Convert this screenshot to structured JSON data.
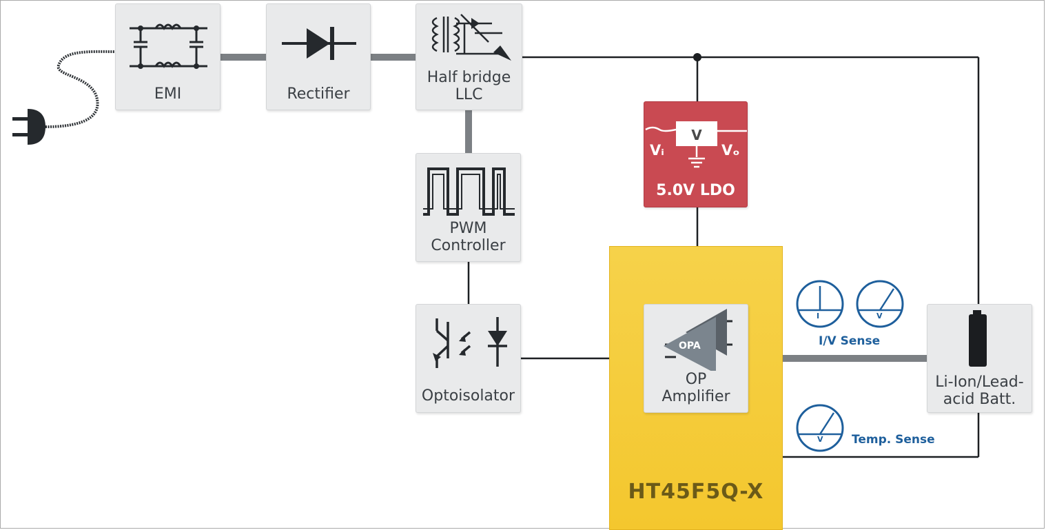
{
  "blocks": {
    "emi": "EMI",
    "rectifier": "Rectifier",
    "llc": "Half bridge\nLLC",
    "pwm": "PWM\nController",
    "opto": "Optoisolator",
    "ldo": "5.0V LDO",
    "ldo_v": "V",
    "ldo_vi": "Vᵢ",
    "ldo_vo": "Vₒ",
    "opamp": "OP\nAmplifier",
    "opamp_tag": "OPA",
    "battery": "Li-Ion/Lead-\nacid Batt."
  },
  "mcu": {
    "label": "HT45F5Q-X"
  },
  "sense": {
    "iv": "I/V Sense",
    "temp": "Temp. Sense",
    "meter_i": "I",
    "meter_v": "V",
    "meter_t": "V"
  },
  "colors": {
    "block_bg": "#e9eaeb",
    "ldo": "#c94a52",
    "mcu": "#f4c72e",
    "wire": "#7c8084",
    "sense": "#1e5f9c"
  }
}
